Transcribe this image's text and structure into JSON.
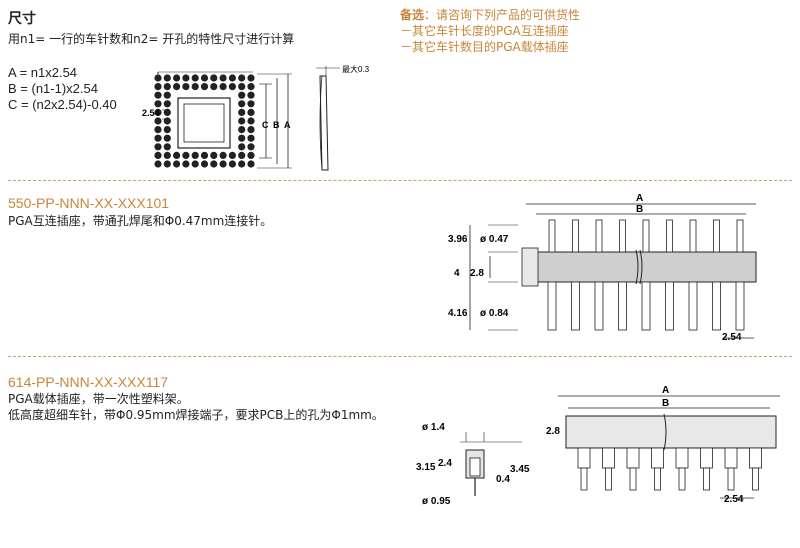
{
  "section_dims": {
    "title": "尺寸",
    "subtitle": "用n1= 一行的车针数和n2= 开孔的特性尺寸进行计算",
    "formulas": [
      "A = n1x2.54",
      "B = (n1-1)x2.54",
      "C = (n2x2.54)-0.40"
    ],
    "fig_labels": {
      "dim_254": "2.54",
      "c": "C",
      "b": "B",
      "a": "A",
      "max": "最大0.3"
    }
  },
  "note": {
    "label": "备选",
    "text": "：请咨询下列产品的可供货性",
    "line1": "－其它车针长度的PGA互连插座",
    "line2": "－其它车针数目的PGA载体插座"
  },
  "product1": {
    "part_number": "550-PP-NNN-XX-XXX101",
    "description": "PGA互连插座，带通孔焊尾和Φ0.47mm连接针。",
    "dims": {
      "a": "A",
      "b": "B",
      "d396": "3.96",
      "d047": "ø 0.47",
      "d4": "4",
      "d28": "2.8",
      "d416": "4.16",
      "d084": "ø 0.84",
      "d254": "2.54"
    }
  },
  "product2": {
    "part_number": "614-PP-NNN-XX-XXX117",
    "description1": "PGA载体插座，带一次性塑料架。",
    "description2": "低高度超细车针，带Φ0.95mm焊接端子，要求PCB上的孔为Φ1mm。",
    "dims": {
      "d14": "ø 1.4",
      "d24": "2.4",
      "d315": "3.15",
      "d345": "3.45",
      "d04": "0.4",
      "d095": "ø 0.95",
      "a": "A",
      "b": "B",
      "d28": "2.8",
      "d254": "2.54"
    }
  }
}
